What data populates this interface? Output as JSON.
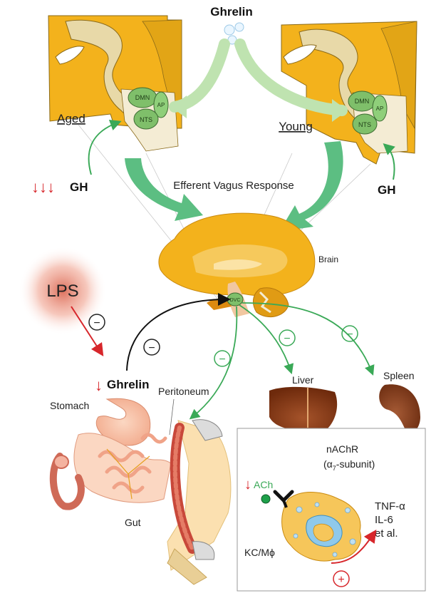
{
  "title": "Ghrelin",
  "panels": {
    "aged": {
      "label": "Aged"
    },
    "young": {
      "label": "Young"
    }
  },
  "nuclei": {
    "dmn": "DMN",
    "ap": "AP",
    "nts": "NTS",
    "dvc": "DVC"
  },
  "gh": {
    "left": "GH",
    "right": "GH",
    "left_arrows": "↓↓↓"
  },
  "efferent_label": "Efferent Vagus Response",
  "organs": {
    "brain": "Brain",
    "liver": "Liver",
    "spleen": "Spleen",
    "stomach": "Stomach",
    "peritoneum": "Peritoneum",
    "gut": "Gut"
  },
  "lps": "LPS",
  "gut_ghrelin": "Ghrelin",
  "down_arrow": "↓",
  "signs": {
    "minus": "−",
    "plus": "+"
  },
  "inset": {
    "receptor_line1": "nAChR",
    "receptor_greek": "α",
    "receptor_sub": "7",
    "receptor_suffix": "-subunit)",
    "receptor_prefix": "(",
    "ach": "ACh",
    "cytokine1": "TNF-α",
    "cytokine2": "IL-6",
    "cytokine3": "et al.",
    "cell_label": "KC/Mϕ"
  },
  "colors": {
    "tissue_orange": "#f3b21c",
    "nucleus_green": "#7fbf6a",
    "arrow_green": "#3aa957",
    "light_green": "#bfe3b0",
    "red": "#d7262b",
    "liver_brown": "#8b3b14"
  }
}
